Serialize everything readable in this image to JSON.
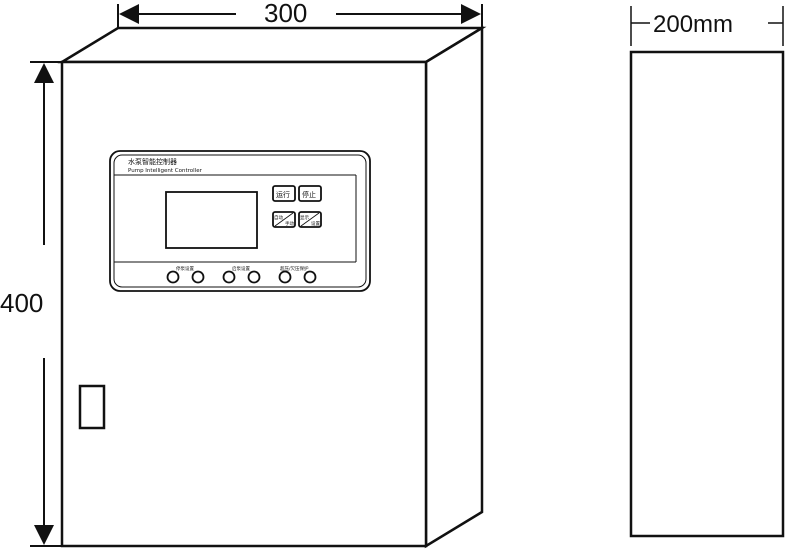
{
  "dimensions": {
    "width": "300",
    "height": "400",
    "depth": "200mm"
  },
  "panel": {
    "title_cn": "水泵智能控制器",
    "title_en": "Pump Intelligent Controller",
    "buttons": {
      "run": "运行",
      "stop": "停止",
      "auto_manual_top": "自动",
      "auto_manual_bottom": "手动",
      "display_top": "显示",
      "display_bottom": "设置"
    },
    "knob_groups": [
      {
        "label": "停泵设置"
      },
      {
        "label": "启泵设置"
      },
      {
        "label": "超压/欠压保护"
      }
    ]
  }
}
